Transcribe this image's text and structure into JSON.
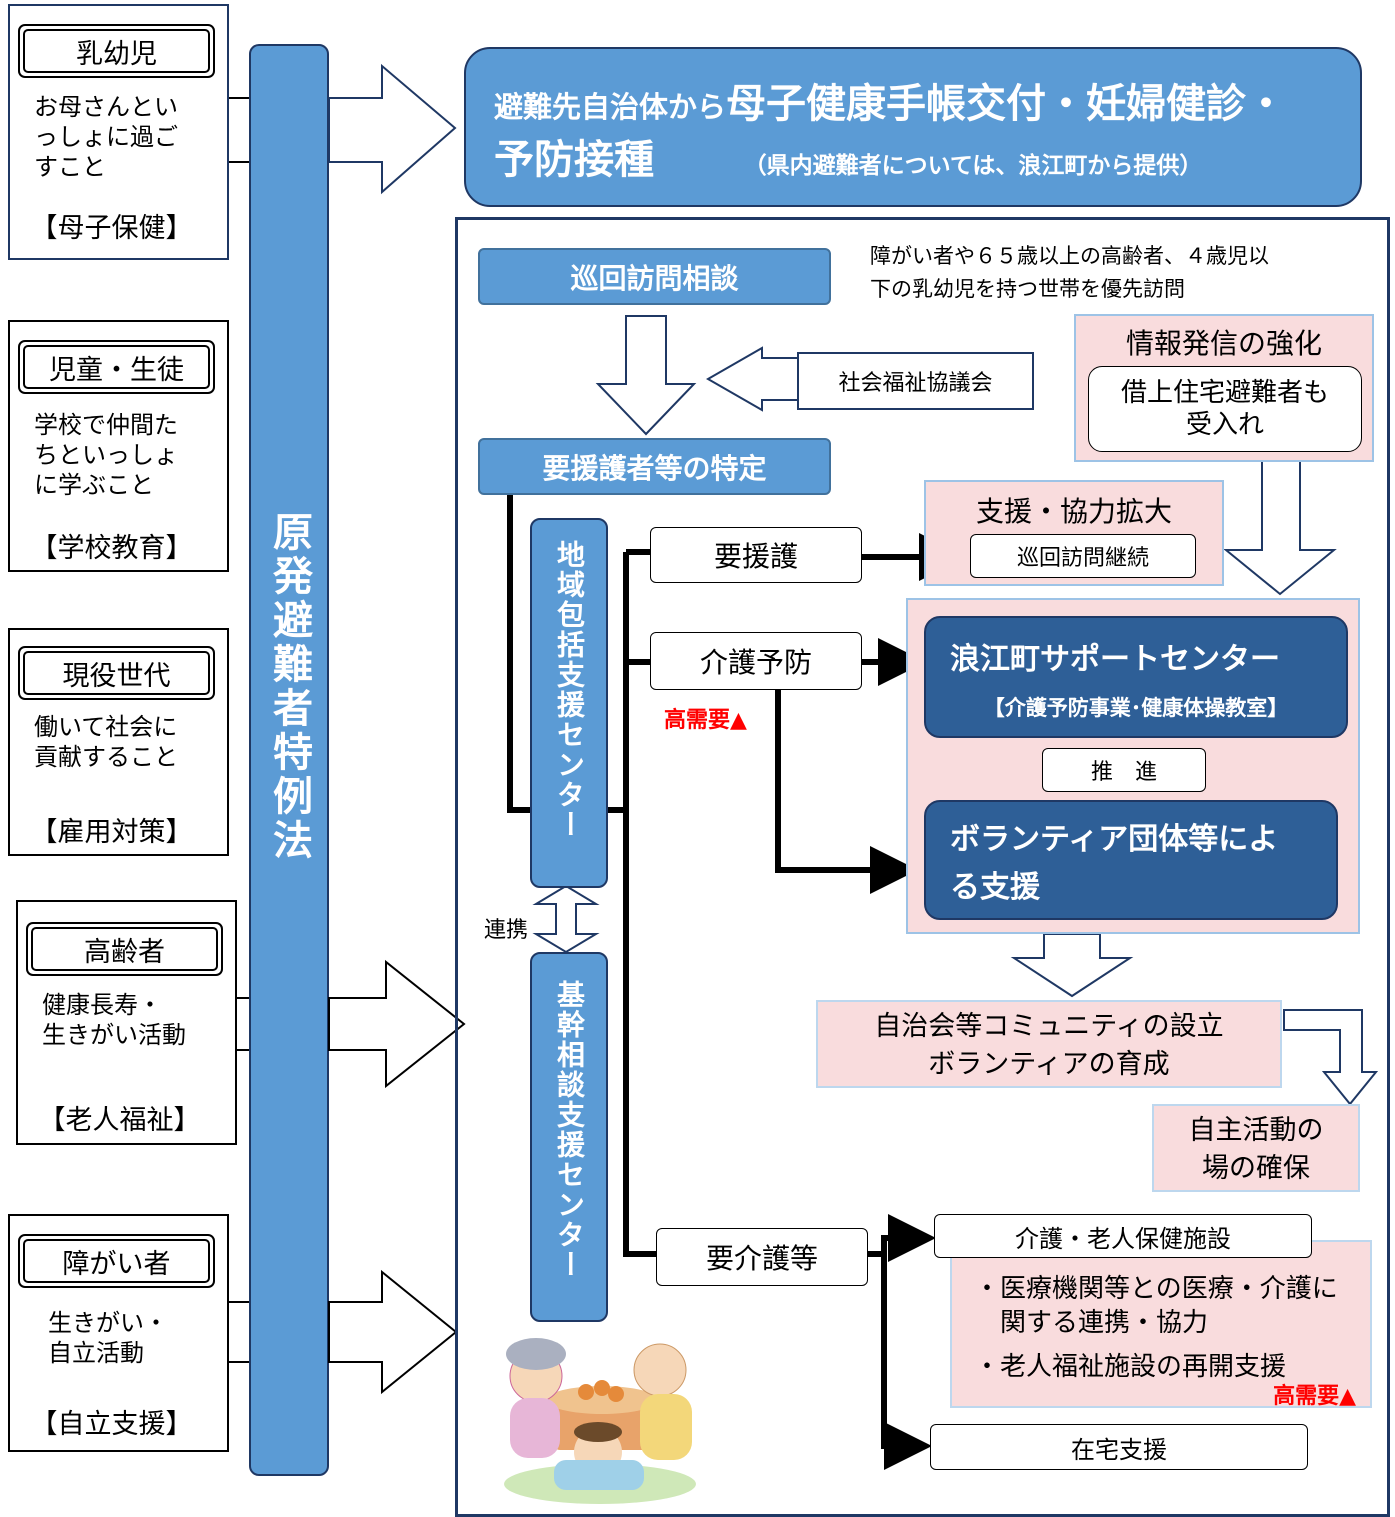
{
  "categories": [
    {
      "title": "乳幼児",
      "desc": "お母さんとい\nっしょに過ご\nすこと",
      "tag": "【母子保健】"
    },
    {
      "title": "児童・生徒",
      "desc": "学校で仲間た\nちといっしょ\nに学ぶこと",
      "tag": "【学校教育】"
    },
    {
      "title": "現役世代",
      "desc": "働いて社会に\n貢献すること",
      "tag": "【雇用対策】"
    },
    {
      "title": "高齢者",
      "desc": "健康長寿・\n生きがい活動",
      "tag": "【老人福祉】"
    },
    {
      "title": "障がい者",
      "desc": "生きがい・\n自立活動",
      "tag": "【自立支援】"
    }
  ],
  "law": "原発避難者特例法",
  "top": {
    "prefix": "避難先自治体から",
    "highlight1": "母子健康手帳交付・妊婦健診・",
    "highlight2": "予防接種",
    "note": "（県内避難者については、浪江町から提供）"
  },
  "flow": {
    "visit": "巡回訪問相談",
    "visit_note": "障がい者や６５歳以上の高齢者、４歳児以\n下の乳幼児を持つ世帯を優先訪問",
    "council": "社会福祉協議会",
    "identify": "要援護者等の特定",
    "center1": "地域包括支援センター",
    "link": "連携",
    "center2": "基幹相談支援センター",
    "need_support": "要援護",
    "care_prevention": "介護予防",
    "high_demand": "高需要▲",
    "need_care": "要介護等",
    "info_title": "情報発信の強化",
    "info_sub": "借上住宅避難者も\n受入れ",
    "expand_title": "支援・協力拡大",
    "expand_sub": "巡回訪問継続",
    "namie_center": "浪江町サポートセンター",
    "namie_sub": "【介護予防事業･健康体操教室】",
    "promote": "推　進",
    "volunteer": "ボランティア団体等によ\nる支援",
    "community": "自治会等コミュニティの設立\nボランティアの育成",
    "place": "自主活動の\n場の確保",
    "facility": "介護・老人保健施設",
    "medical1": "・医療機関等との医療・介護に\n　関する連携・協力",
    "medical2": "・老人福祉施設の再開支援",
    "high_demand2": "高需要▲",
    "home": "在宅支援"
  },
  "colors": {
    "blue": "#5b9bd5",
    "navy": "#1f3864",
    "dark": "#2e5f97",
    "pink": "#f9dcdd",
    "red": "#ff0000"
  }
}
